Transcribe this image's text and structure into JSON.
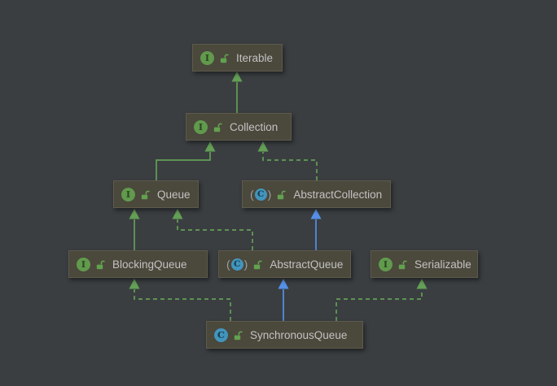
{
  "diagram": {
    "type": "uml-class-hierarchy",
    "background_color": "#3a3e41",
    "colors": {
      "node_fill": "#4b483c",
      "node_border": "#5e5a4b",
      "node_text": "#c2c2c2",
      "interface_icon": "#619a4d",
      "class_icon": "#4295bd",
      "unlocked_icon": "#62a14f",
      "interface_edge": "#639f55",
      "class_extends_edge": "#5590e8"
    },
    "icons": {
      "interface_letter": "I",
      "class_letter": "C",
      "paren_open": "(",
      "paren_close": ")"
    },
    "nodes": [
      {
        "id": "iterable",
        "label": "Iterable",
        "kind": "interface"
      },
      {
        "id": "collection",
        "label": "Collection",
        "kind": "interface"
      },
      {
        "id": "queue",
        "label": "Queue",
        "kind": "interface"
      },
      {
        "id": "abstract-collection",
        "label": "AbstractCollection",
        "kind": "abstract-class"
      },
      {
        "id": "blocking-queue",
        "label": "BlockingQueue",
        "kind": "interface"
      },
      {
        "id": "abstract-queue",
        "label": "AbstractQueue",
        "kind": "abstract-class"
      },
      {
        "id": "serializable",
        "label": "Serializable",
        "kind": "interface"
      },
      {
        "id": "synchronous-queue",
        "label": "SynchronousQueue",
        "kind": "class"
      }
    ],
    "edges": [
      {
        "from": "Collection",
        "to": "Iterable",
        "relation": "extends",
        "style": "solid-green"
      },
      {
        "from": "Queue",
        "to": "Collection",
        "relation": "extends",
        "style": "solid-green"
      },
      {
        "from": "AbstractCollection",
        "to": "Collection",
        "relation": "implements",
        "style": "dashed-green"
      },
      {
        "from": "BlockingQueue",
        "to": "Queue",
        "relation": "extends",
        "style": "solid-green"
      },
      {
        "from": "AbstractQueue",
        "to": "Queue",
        "relation": "implements",
        "style": "dashed-green"
      },
      {
        "from": "AbstractQueue",
        "to": "AbstractCollection",
        "relation": "extends",
        "style": "solid-blue"
      },
      {
        "from": "SynchronousQueue",
        "to": "BlockingQueue",
        "relation": "implements",
        "style": "dashed-green"
      },
      {
        "from": "SynchronousQueue",
        "to": "AbstractQueue",
        "relation": "extends",
        "style": "solid-blue"
      },
      {
        "from": "SynchronousQueue",
        "to": "Serializable",
        "relation": "implements",
        "style": "dashed-green"
      }
    ]
  }
}
